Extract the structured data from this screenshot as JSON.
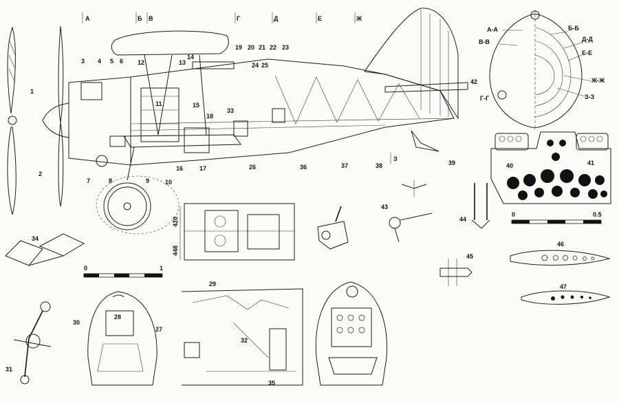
{
  "section_marks": [
    "А",
    "Б",
    "В",
    "Г",
    "Д",
    "Е",
    "Ж",
    "З"
  ],
  "section_views": [
    "А-А",
    "Б-Б",
    "В-В",
    "Г-Г",
    "Д-Д",
    "Е-Е",
    "Ж-Ж",
    "З-З"
  ],
  "callouts": [
    "1",
    "2",
    "3",
    "4",
    "5",
    "6",
    "7",
    "8",
    "9",
    "10",
    "11",
    "12",
    "13",
    "14",
    "15",
    "16",
    "17",
    "18",
    "19",
    "20",
    "21",
    "22",
    "23",
    "24",
    "25",
    "26",
    "27",
    "28",
    "29",
    "30",
    "31",
    "32",
    "33",
    "34",
    "35",
    "36",
    "37",
    "38",
    "39",
    "40",
    "41",
    "42",
    "43",
    "44",
    "45",
    "46",
    "47"
  ],
  "plan_dims": [
    "420",
    "448"
  ],
  "scale_bars": [
    {
      "start": "0",
      "end": "0.5"
    },
    {
      "start": "0",
      "end": "1"
    }
  ]
}
